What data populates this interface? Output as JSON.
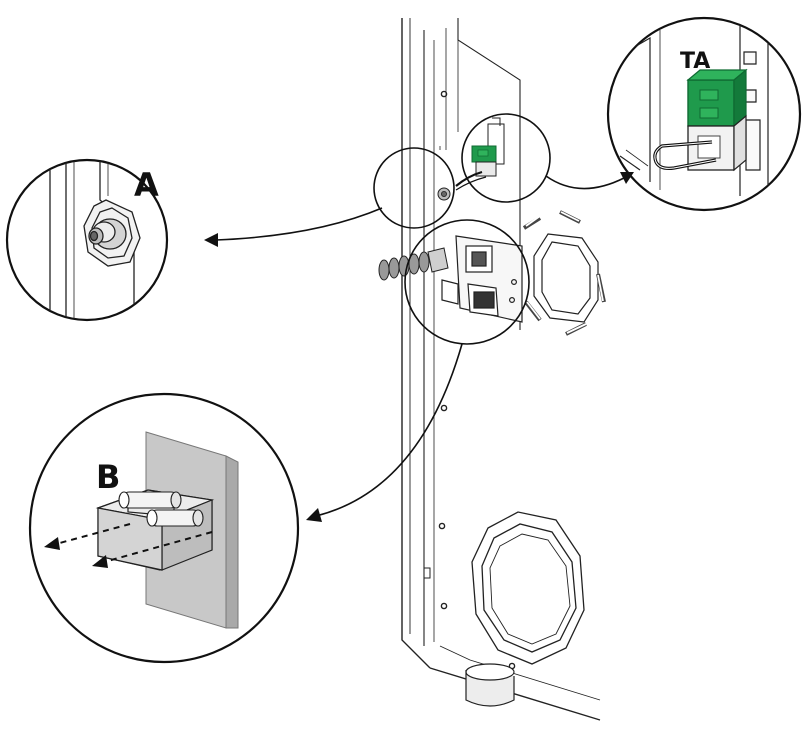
{
  "labels": {
    "a": "A",
    "b": "B",
    "ta": "TA"
  },
  "colors": {
    "green": "#1f9a4c",
    "green_dark": "#0f6a32",
    "line": "#1a1a1a",
    "panel_gray": "#c8c8c8",
    "block_gray": "#d9d9d9"
  }
}
